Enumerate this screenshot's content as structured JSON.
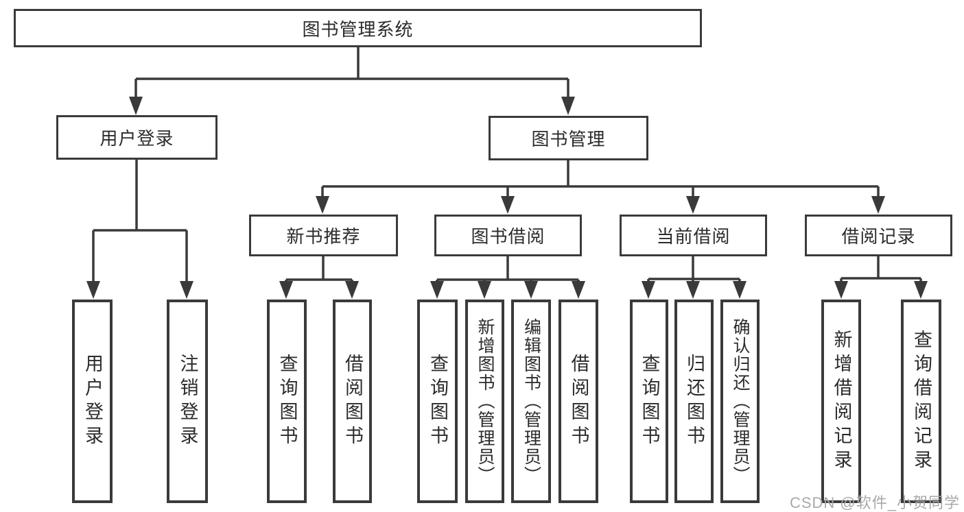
{
  "diagram": {
    "root": {
      "label": "图书管理系统"
    },
    "branches": [
      {
        "label": "用户登录",
        "children": [
          {
            "label": "用户登录"
          },
          {
            "label": "注销登录"
          }
        ]
      },
      {
        "label": "图书管理",
        "children": [
          {
            "label": "新书推荐",
            "children": [
              {
                "label": "查询图书"
              },
              {
                "label": "借阅图书"
              }
            ]
          },
          {
            "label": "图书借阅",
            "children": [
              {
                "label": "查询图书"
              },
              {
                "label": "新增图书（管理员）"
              },
              {
                "label": "编辑图书（管理员）"
              },
              {
                "label": "借阅图书"
              }
            ]
          },
          {
            "label": "当前借阅",
            "children": [
              {
                "label": "查询图书"
              },
              {
                "label": "归还图书"
              },
              {
                "label": "确认归还（管理员）"
              }
            ]
          },
          {
            "label": "借阅记录",
            "children": [
              {
                "label": "新增借阅记录"
              },
              {
                "label": "查询借阅记录"
              }
            ]
          }
        ]
      }
    ]
  },
  "watermark": {
    "text": "CSDN @软件_小贺同学"
  },
  "colors": {
    "line": "#3a3a3a",
    "box_border": "#3a3a3a",
    "text": "#2b2b2b",
    "watermark": "#a8a8a8",
    "background": "#ffffff"
  }
}
